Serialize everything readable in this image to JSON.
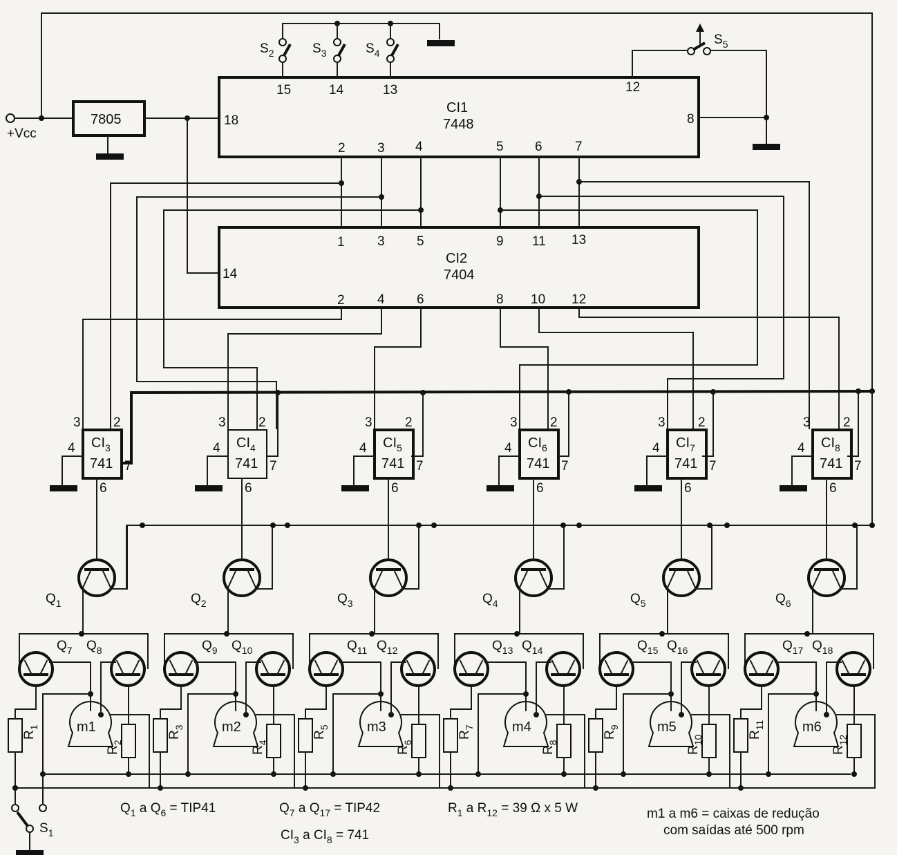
{
  "diagram": {
    "type": "circuit-schematic",
    "power": {
      "label": "+Vcc"
    },
    "regulator": {
      "label": "7805"
    },
    "ic1": {
      "name": "CI1",
      "part": "7448",
      "pins_top": [
        "15",
        "14",
        "13",
        "12"
      ],
      "pin_left": "18",
      "pin_right": "8",
      "pins_bottom": [
        "2",
        "3",
        "4",
        "5",
        "6",
        "7"
      ]
    },
    "ic2": {
      "name": "CI2",
      "part": "7404",
      "pins_top": [
        "1",
        "3",
        "5",
        "9",
        "11",
        "13"
      ],
      "pin_left": "14",
      "pins_bottom": [
        "2",
        "4",
        "6",
        "8",
        "10",
        "12"
      ]
    },
    "switches": [
      {
        "name": "S",
        "sub": "2"
      },
      {
        "name": "S",
        "sub": "3"
      },
      {
        "name": "S",
        "sub": "4"
      },
      {
        "name": "S",
        "sub": "5"
      },
      {
        "name": "S",
        "sub": "1"
      }
    ],
    "opamps": [
      {
        "name": "CI",
        "sub": "3",
        "part": "741",
        "pins": [
          "3",
          "2",
          "4",
          "7",
          "6"
        ]
      },
      {
        "name": "CI",
        "sub": "4",
        "part": "741",
        "pins": [
          "3",
          "2",
          "4",
          "7",
          "6"
        ]
      },
      {
        "name": "CI",
        "sub": "5",
        "part": "741",
        "pins": [
          "3",
          "2",
          "4",
          "7",
          "6"
        ]
      },
      {
        "name": "CI",
        "sub": "6",
        "part": "741",
        "pins": [
          "3",
          "2",
          "4",
          "7",
          "6"
        ]
      },
      {
        "name": "CI",
        "sub": "7",
        "part": "741",
        "pins": [
          "3",
          "2",
          "4",
          "7",
          "6"
        ]
      },
      {
        "name": "CI",
        "sub": "8",
        "part": "741",
        "pins": [
          "3",
          "2",
          "4",
          "7",
          "6"
        ]
      }
    ],
    "drivers": [
      {
        "name": "Q",
        "sub": "1"
      },
      {
        "name": "Q",
        "sub": "2"
      },
      {
        "name": "Q",
        "sub": "3"
      },
      {
        "name": "Q",
        "sub": "4"
      },
      {
        "name": "Q",
        "sub": "5"
      },
      {
        "name": "Q",
        "sub": "6"
      }
    ],
    "stages": [
      {
        "qa": "7",
        "qb": "8",
        "ra": "1",
        "rb": "2",
        "motor": "m1"
      },
      {
        "qa": "9",
        "qb": "10",
        "ra": "3",
        "rb": "4",
        "motor": "m2"
      },
      {
        "qa": "11",
        "qb": "12",
        "ra": "5",
        "rb": "6",
        "motor": "m3"
      },
      {
        "qa": "13",
        "qb": "14",
        "ra": "7",
        "rb": "8",
        "motor": "m4"
      },
      {
        "qa": "15",
        "qb": "16",
        "ra": "9",
        "rb": "10",
        "motor": "m5"
      },
      {
        "qa": "17",
        "qb": "18",
        "ra": "11",
        "rb": "12",
        "motor": "m6"
      }
    ],
    "notes": {
      "n1": {
        "a": "Q",
        "a_sub": "1",
        "mid": " a Q",
        "b_sub": "6",
        "rest": " = TIP41"
      },
      "n2": {
        "a": "Q",
        "a_sub": "7",
        "mid": " a Q",
        "b_sub": "17",
        "rest": " = TIP42"
      },
      "n3": {
        "a": "CI",
        "a_sub": "3",
        "mid": " a CI",
        "b_sub": "8",
        "rest": " = 741"
      },
      "n4": {
        "a": "R",
        "a_sub": "1",
        "mid": " a R",
        "b_sub": "12",
        "rest": " = 39 Ω x 5 W"
      },
      "n5": {
        "line1": "m1 a m6 = caixas de redução",
        "line2": "com saídas até 500 rpm"
      }
    }
  }
}
